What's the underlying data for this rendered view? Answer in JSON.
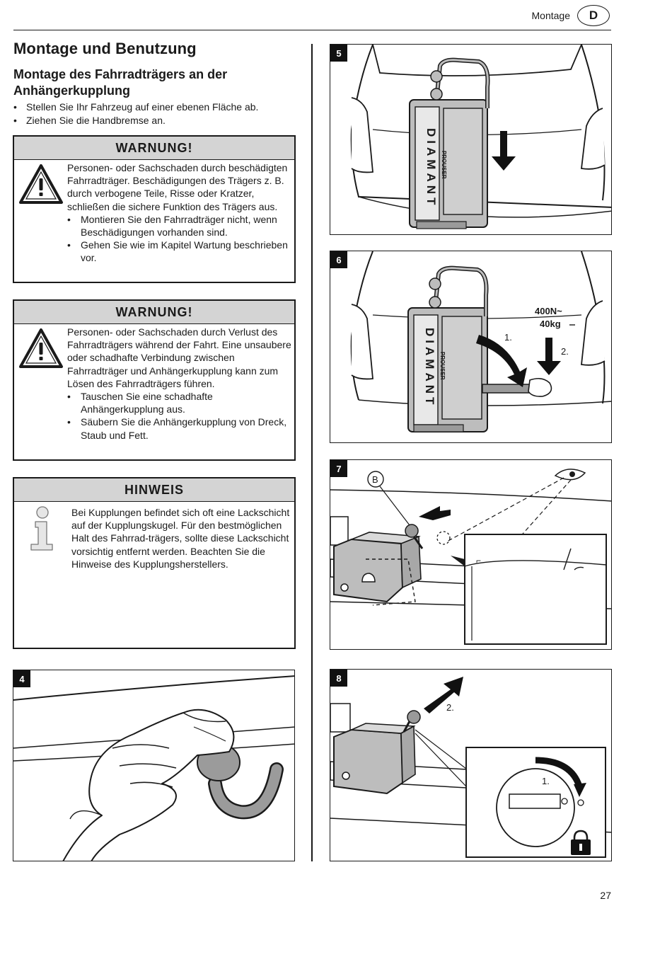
{
  "header": {
    "section": "Montage",
    "badge": "D"
  },
  "title": "Montage und Benutzung",
  "subtitle": "Montage des Fahrradträgers an der Anhängerkupplung",
  "intro_items": [
    "Stellen Sie Ihr Fahrzeug auf einer ebenen Fläche ab.",
    "Ziehen Sie die Handbremse an."
  ],
  "warning1": {
    "heading": "WARNUNG!",
    "icon": "warning-triangle-icon",
    "text": "Personen- oder Sachschaden durch beschädigten Fahrradträger. Beschädigungen des Trägers z. B. durch verbogene Teile, Risse oder Kratzer, schließen die sichere Funktion des Trägers aus.",
    "bullets": [
      "Montieren Sie den Fahrradträger nicht, wenn Beschädigungen vorhanden sind.",
      "Gehen Sie wie im Kapitel Wartung beschrieben vor."
    ]
  },
  "warning2": {
    "heading": "WARNUNG!",
    "icon": "warning-triangle-icon",
    "text": "Personen- oder Sachschaden durch Verlust des Fahrradträgers während der Fahrt. Eine unsaubere oder schadhafte Verbindung zwischen Fahrradträger und Anhängerkupplung kann zum Lösen des Fahrradträgers führen.",
    "bullets": [
      "Tauschen Sie eine schadhafte Anhängerkupplung aus.",
      "Säubern Sie die Anhängerkupplung von Dreck, Staub und Fett."
    ]
  },
  "notice": {
    "heading": "HINWEIS",
    "icon": "info-icon",
    "text": "Bei Kupplungen befindet sich oft eine Lackschicht auf der Kupplungskugel. Für den bestmöglichen Halt des Fahrrad-trägers, sollte diese Lackschicht vorsichtig entfernt werden. Beachten Sie die Hinweise des Kupplungsherstellers."
  },
  "figures": {
    "fig4": {
      "number": "4"
    },
    "fig5": {
      "number": "5",
      "brand": "DIAMANT",
      "logo": "PROUSER"
    },
    "fig6": {
      "number": "6",
      "brand": "DIAMANT",
      "logo": "PROUSER",
      "load": "400N~",
      "load2": "40kg",
      "step1": "1.",
      "step2": "2."
    },
    "fig7": {
      "number": "7",
      "callout": "B"
    },
    "fig8": {
      "number": "8",
      "step1": "1.",
      "step2": "2."
    }
  },
  "colors": {
    "heading_bg": "#d4d4d4",
    "label_bg": "#111111",
    "carrier_gray": "#bdbdbd"
  },
  "page_number": "27"
}
